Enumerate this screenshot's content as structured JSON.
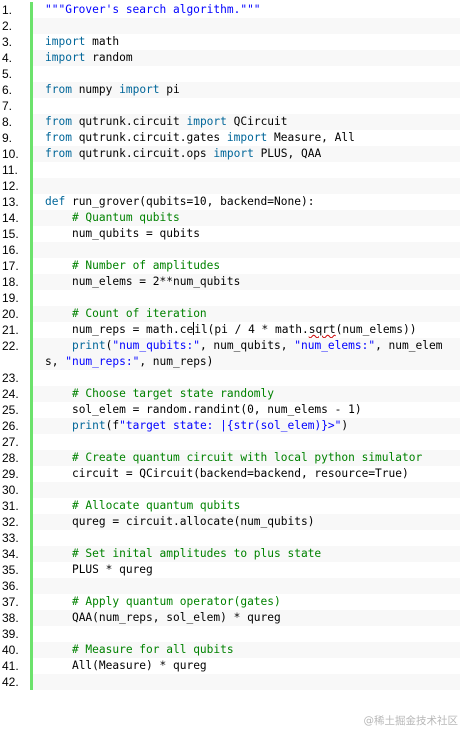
{
  "editor": {
    "lines": [
      {
        "n": "1.",
        "t": [
          {
            "c": "st",
            "s": "\"\"\"Grover's search algorithm.\"\"\""
          }
        ]
      },
      {
        "n": "2.",
        "t": []
      },
      {
        "n": "3.",
        "t": [
          {
            "c": "kw",
            "s": "import"
          },
          {
            "s": " math"
          }
        ]
      },
      {
        "n": "4.",
        "t": [
          {
            "c": "kw",
            "s": "import"
          },
          {
            "s": " random"
          }
        ]
      },
      {
        "n": "5.",
        "t": []
      },
      {
        "n": "6.",
        "t": [
          {
            "c": "kw",
            "s": "from"
          },
          {
            "s": " numpy "
          },
          {
            "c": "kw",
            "s": "import"
          },
          {
            "s": " pi"
          }
        ]
      },
      {
        "n": "7.",
        "t": []
      },
      {
        "n": "8.",
        "t": [
          {
            "c": "kw",
            "s": "from"
          },
          {
            "s": " qutrunk.circuit "
          },
          {
            "c": "kw",
            "s": "import"
          },
          {
            "s": " QCircuit"
          }
        ]
      },
      {
        "n": "9.",
        "t": [
          {
            "c": "kw",
            "s": "from"
          },
          {
            "s": " qutrunk.circuit.gates "
          },
          {
            "c": "kw",
            "s": "import"
          },
          {
            "s": " Measure, All"
          }
        ]
      },
      {
        "n": "10.",
        "t": [
          {
            "c": "kw",
            "s": "from"
          },
          {
            "s": " qutrunk.circuit.ops "
          },
          {
            "c": "kw",
            "s": "import"
          },
          {
            "s": " PLUS, QAA"
          }
        ]
      },
      {
        "n": "11.",
        "t": []
      },
      {
        "n": "12.",
        "t": []
      },
      {
        "n": "13.",
        "t": [
          {
            "c": "kw",
            "s": "def"
          },
          {
            "s": " run_grover(qubits=10, backend=None):"
          }
        ]
      },
      {
        "n": "14.",
        "t": [
          {
            "s": "    "
          },
          {
            "c": "cm",
            "s": "# Quantum qubits"
          }
        ]
      },
      {
        "n": "15.",
        "t": [
          {
            "s": "    num_qubits = qubits"
          }
        ]
      },
      {
        "n": "16.",
        "t": []
      },
      {
        "n": "17.",
        "t": [
          {
            "s": "    "
          },
          {
            "c": "cm",
            "s": "# Number of amplitudes"
          }
        ]
      },
      {
        "n": "18.",
        "t": [
          {
            "s": "    num_elems = 2**num_qubits"
          }
        ]
      },
      {
        "n": "19.",
        "t": []
      },
      {
        "n": "20.",
        "t": [
          {
            "s": "    "
          },
          {
            "c": "cm",
            "s": "# Count of iteration"
          }
        ]
      },
      {
        "n": "21.",
        "t": [
          {
            "s": "    num_reps = math.ce"
          },
          {
            "c": "cursor",
            "s": ""
          },
          {
            "s": "il(pi / 4 * math."
          },
          {
            "c": "squig",
            "s": "sqrt"
          },
          {
            "s": "(num_elems))"
          }
        ]
      },
      {
        "n": "22.",
        "t": [
          {
            "s": "    "
          },
          {
            "c": "kw",
            "s": "print"
          },
          {
            "s": "("
          },
          {
            "c": "st",
            "s": "\"num_qubits:\""
          },
          {
            "s": ", num_qubits, "
          },
          {
            "c": "st",
            "s": "\"num_elems:\""
          },
          {
            "s": ", num_elems, "
          },
          {
            "c": "st",
            "s": "\"num_reps:\""
          },
          {
            "s": ", num_reps)"
          }
        ]
      },
      {
        "n": "23.",
        "t": []
      },
      {
        "n": "24.",
        "t": [
          {
            "s": "    "
          },
          {
            "c": "cm",
            "s": "# Choose target state randomly"
          }
        ]
      },
      {
        "n": "25.",
        "t": [
          {
            "s": "    sol_elem = random.randint(0, num_elems - 1)"
          }
        ]
      },
      {
        "n": "26.",
        "t": [
          {
            "s": "    "
          },
          {
            "c": "kw",
            "s": "print"
          },
          {
            "s": "(f"
          },
          {
            "c": "st",
            "s": "\"target state: |{str(sol_elem)}>\""
          },
          {
            "s": ")"
          }
        ]
      },
      {
        "n": "27.",
        "t": []
      },
      {
        "n": "28.",
        "t": [
          {
            "s": "    "
          },
          {
            "c": "cm",
            "s": "# Create quantum circuit with local python simulator"
          }
        ]
      },
      {
        "n": "29.",
        "t": [
          {
            "s": "    circuit = QCircuit(backend=backend, resource=True)"
          }
        ]
      },
      {
        "n": "30.",
        "t": []
      },
      {
        "n": "31.",
        "t": [
          {
            "s": "    "
          },
          {
            "c": "cm",
            "s": "# Allocate quantum qubits"
          }
        ]
      },
      {
        "n": "32.",
        "t": [
          {
            "s": "    qureg = circuit.allocate(num_qubits)"
          }
        ]
      },
      {
        "n": "33.",
        "t": []
      },
      {
        "n": "34.",
        "t": [
          {
            "s": "    "
          },
          {
            "c": "cm",
            "s": "# Set inital amplitudes to plus state"
          }
        ]
      },
      {
        "n": "35.",
        "t": [
          {
            "s": "    PLUS * qureg"
          }
        ]
      },
      {
        "n": "36.",
        "t": []
      },
      {
        "n": "37.",
        "t": [
          {
            "s": "    "
          },
          {
            "c": "cm",
            "s": "# Apply quantum operator(gates)"
          }
        ]
      },
      {
        "n": "38.",
        "t": [
          {
            "s": "    QAA(num_reps, sol_elem) * qureg"
          }
        ]
      },
      {
        "n": "39.",
        "t": []
      },
      {
        "n": "40.",
        "t": [
          {
            "s": "    "
          },
          {
            "c": "cm",
            "s": "# Measure for all qubits"
          }
        ]
      },
      {
        "n": "41.",
        "t": [
          {
            "s": "    All(Measure) * qureg"
          }
        ]
      },
      {
        "n": "42.",
        "t": []
      }
    ]
  },
  "watermark": "@稀土掘金技术社区",
  "colors": {
    "keyword": "#006699",
    "comment": "#008200",
    "string": "#0000ff",
    "gutter_border": "#6ce26c"
  }
}
